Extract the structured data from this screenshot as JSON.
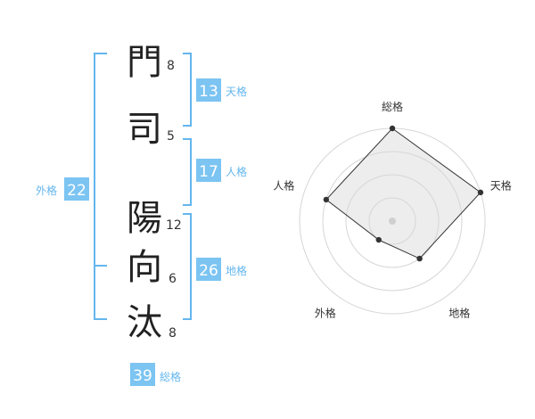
{
  "name_chars": [
    {
      "char": "門",
      "strokes": "8"
    },
    {
      "char": "司",
      "strokes": "5"
    },
    {
      "char": "陽",
      "strokes": "12"
    },
    {
      "char": "向",
      "strokes": "6"
    },
    {
      "char": "汰",
      "strokes": "8"
    }
  ],
  "fortunes": {
    "tenkaku": {
      "label": "天格",
      "value": "13"
    },
    "jinkaku": {
      "label": "人格",
      "value": "17"
    },
    "chikaku": {
      "label": "地格",
      "value": "26"
    },
    "gaikaku": {
      "label": "外格",
      "value": "22"
    },
    "soukaku": {
      "label": "総格",
      "value": "39"
    }
  },
  "colors": {
    "accent": "#63b6ee",
    "badge": "#7cc4f2"
  },
  "chart_data": {
    "type": "radar",
    "axes": [
      "総格",
      "天格",
      "地格",
      "外格",
      "人格"
    ],
    "values": [
      4,
      4,
      2,
      1,
      3
    ],
    "max": 4,
    "rings": 4
  }
}
